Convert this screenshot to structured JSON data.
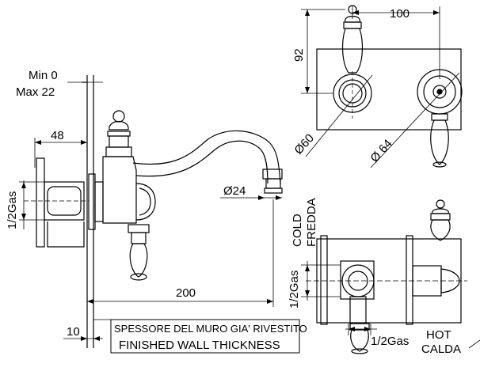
{
  "wall": {
    "min_label": "Min 0",
    "max_label": "Max 22",
    "note_it": "SPESSORE DEL MURO GIA' RIVESTITO",
    "note_en": "FINISHED WALL THICKNESS"
  },
  "dimensions": {
    "plate_depth": "48",
    "inlet": "1/2Gas",
    "outlet_dia": "Ø24",
    "reach": "200",
    "wall_offset": "10",
    "top_spacing": "100",
    "top_height": "92",
    "rosette_left": "Ø60",
    "rosette_right": "Ø 64"
  },
  "connections": {
    "cold_en": "COLD",
    "cold_it": "FREDDA",
    "cold_inlet": "1/2Gas",
    "hot_inlet": "1/2Gas",
    "hot_en": "HOT",
    "hot_it": "CALDA"
  }
}
